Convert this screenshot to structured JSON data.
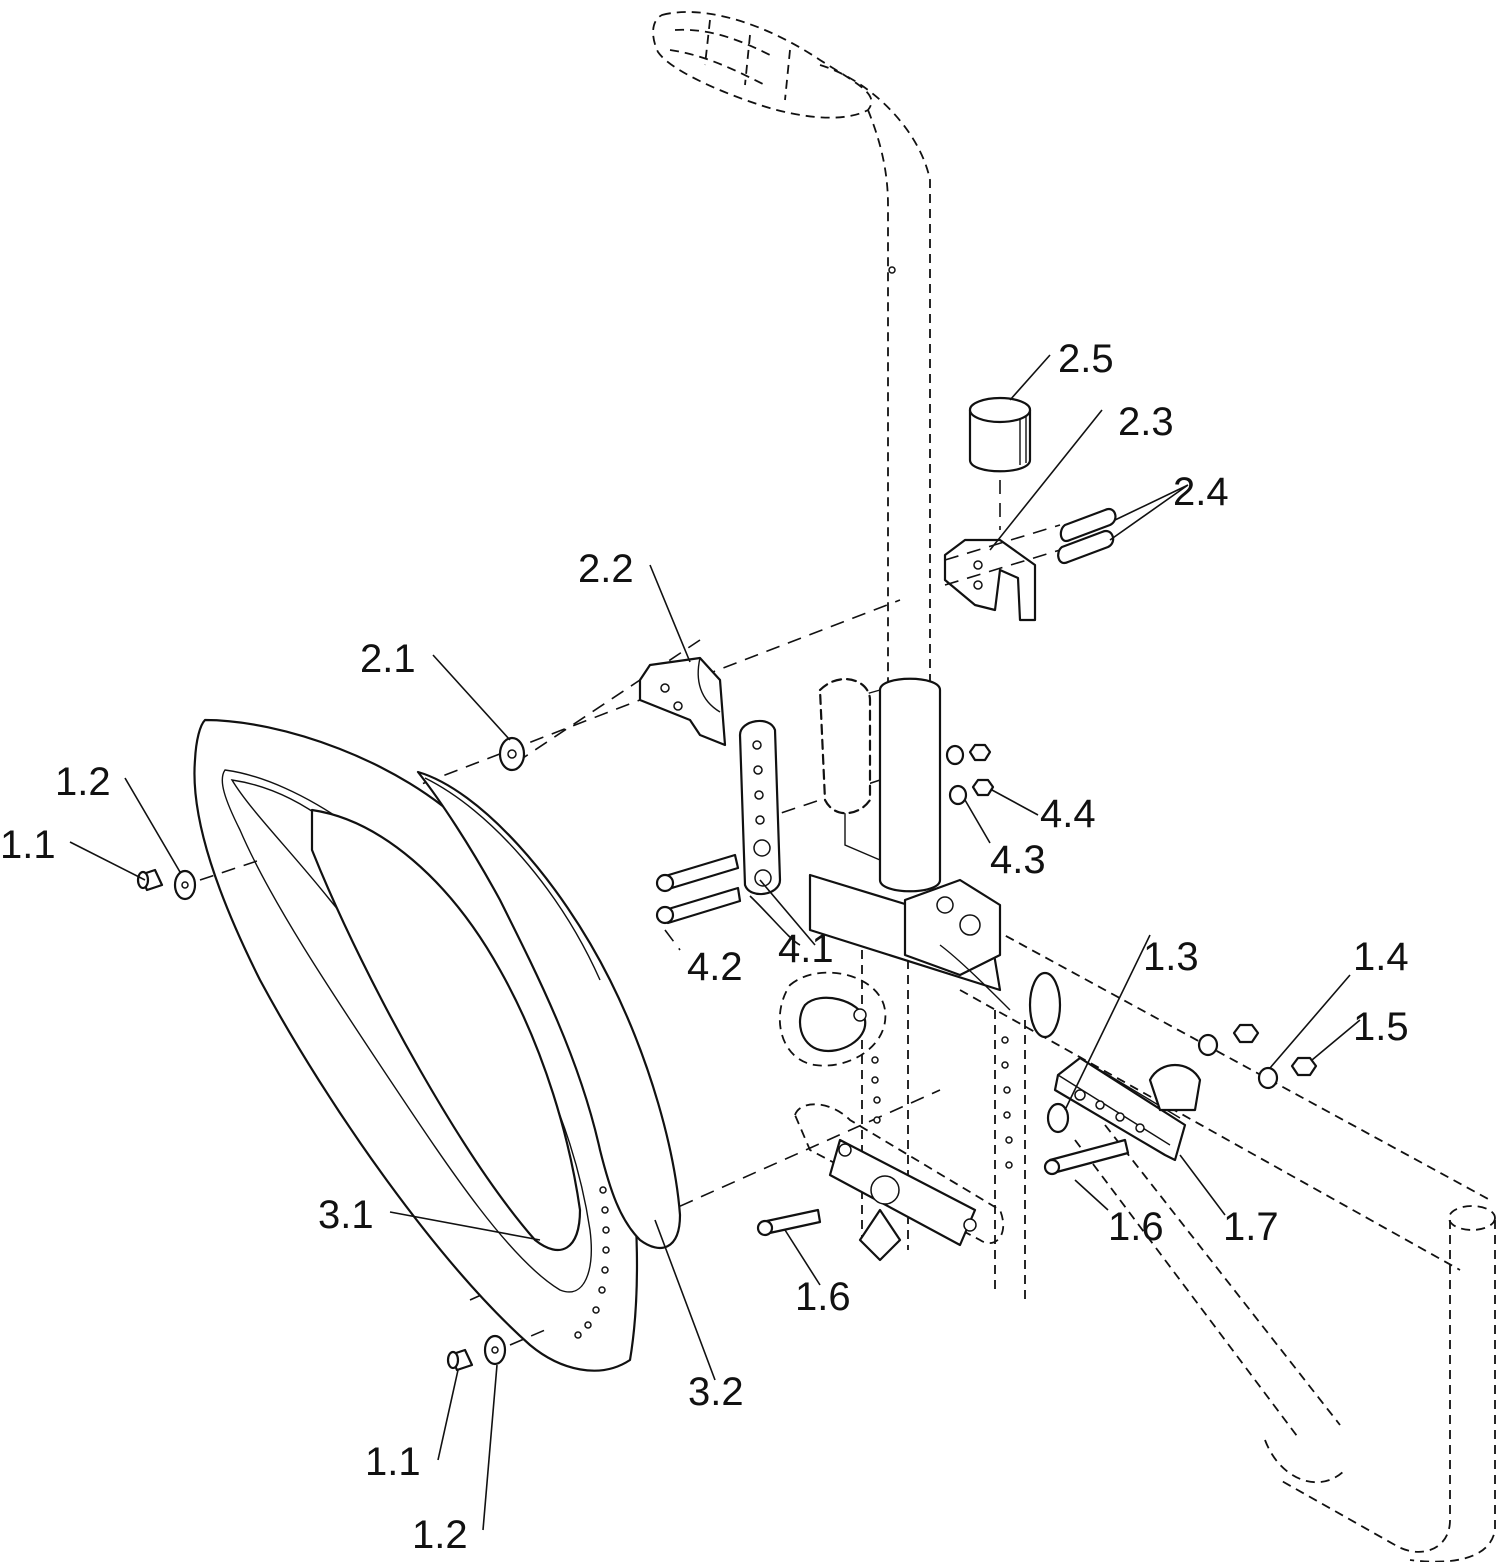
{
  "callouts": {
    "c_1_1_top": "1.1",
    "c_1_2_top": "1.2",
    "c_2_1": "2.1",
    "c_2_2": "2.2",
    "c_2_3": "2.3",
    "c_2_4": "2.4",
    "c_2_5": "2.5",
    "c_4_1": "4.1",
    "c_4_2": "4.2",
    "c_4_3": "4.3",
    "c_4_4": "4.4",
    "c_1_3": "1.3",
    "c_1_4": "1.4",
    "c_1_5": "1.5",
    "c_1_6_right": "1.6",
    "c_1_7": "1.7",
    "c_1_6_left": "1.6",
    "c_3_1": "3.1",
    "c_3_2": "3.2",
    "c_1_1_bottom": "1.1",
    "c_1_2_bottom": "1.2"
  },
  "style": {
    "line_color": "#111111",
    "background": "#ffffff"
  }
}
